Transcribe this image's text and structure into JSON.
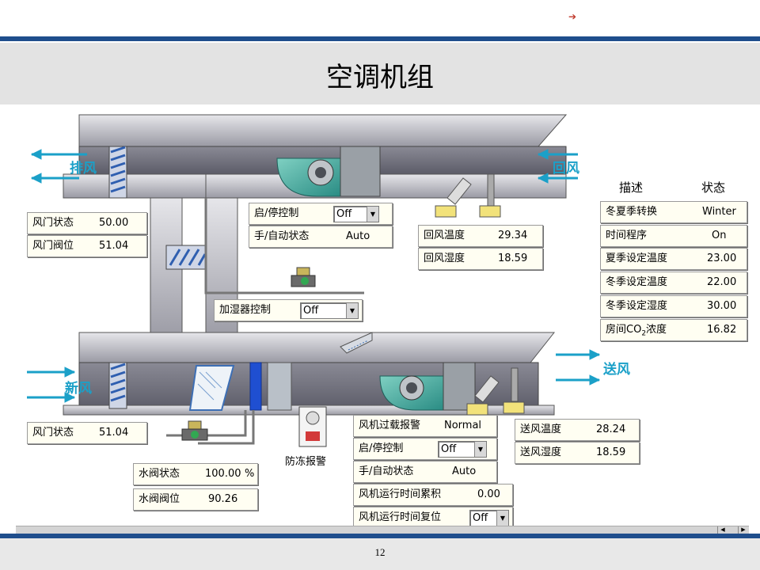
{
  "title": "空调机组",
  "page_number": "12",
  "colors": {
    "accent_blue": "#1f4e8c",
    "flow_arrow": "#1ba0c8",
    "panel_bg": "#fffef2"
  },
  "flow_labels": {
    "exhaust": "排风",
    "return": "回风",
    "fresh": "新风",
    "supply": "送风"
  },
  "damper_left": {
    "status_label": "风门状态",
    "status_value": "50.00",
    "feedback_label": "风门阀位",
    "feedback_value": "51.04"
  },
  "damper_fresh": {
    "status_label": "风门状态",
    "status_value": "51.04"
  },
  "return_fan": {
    "start_stop_label": "启/停控制",
    "start_stop_value": "Off",
    "hand_auto_label": "手/自动状态",
    "hand_auto_value": "Auto"
  },
  "return_sensors": {
    "temp_label": "回风温度",
    "temp_value": "29.34",
    "humidity_label": "回风湿度",
    "humidity_value": "18.59"
  },
  "humidifier": {
    "label": "加湿器控制",
    "value": "Off"
  },
  "right_panel": {
    "header_desc": "描述",
    "header_status": "状态",
    "rows": [
      {
        "label": "冬夏季转换",
        "value": "Winter"
      },
      {
        "label": "时间程序",
        "value": "On"
      },
      {
        "label": "夏季设定温度",
        "value": "23.00"
      },
      {
        "label": "冬季设定温度",
        "value": "22.00"
      },
      {
        "label": "冬季设定湿度",
        "value": "30.00"
      },
      {
        "label_prefix": "房间CO",
        "label_sub": "2",
        "label_suffix": "浓度",
        "value": "16.82"
      }
    ]
  },
  "freeze_alarm": {
    "label": "防冻报警"
  },
  "water_valve": {
    "status_label": "水阀状态",
    "status_value": "100.00",
    "status_unit": "%",
    "feedback_label": "水阀阀位",
    "feedback_value": "90.26"
  },
  "supply_fan": {
    "overload_label": "风机过载报警",
    "overload_value": "Normal",
    "start_stop_label": "启/停控制",
    "start_stop_value": "Off",
    "hand_auto_label": "手/自动状态",
    "hand_auto_value": "Auto",
    "runtime_label": "风机运行时间累积",
    "runtime_value": "0.00",
    "runtime_reset_label": "风机运行时间复位",
    "runtime_reset_value": "Off"
  },
  "supply_sensors": {
    "temp_label": "送风温度",
    "temp_value": "28.24",
    "humidity_label": "送风湿度",
    "humidity_value": "18.59"
  }
}
